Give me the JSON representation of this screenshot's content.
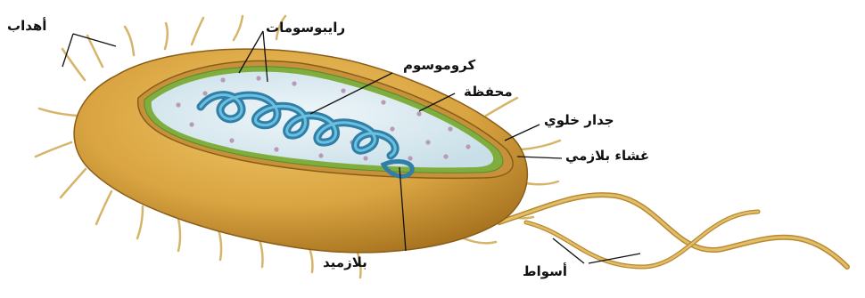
{
  "labels": {
    "pili": "أهداب",
    "ribosomes": "رايبوسومات",
    "chromosome": "كروموسوم",
    "capsule": "محفظة",
    "cell_wall": "جدار خلوي",
    "plasma_membrane": "غشاء بلازمي",
    "plasmid": "بلازميد",
    "flagella": "أسواط"
  },
  "colors": {
    "cell_body": "#d9a441",
    "cell_body_dark": "#a87420",
    "cytoplasm": "#dbeaf0",
    "membrane": "#6fa33a",
    "dna": "#3a8fb5",
    "ribosome": "#b89ab8",
    "flagellum": "#c99a3a"
  }
}
